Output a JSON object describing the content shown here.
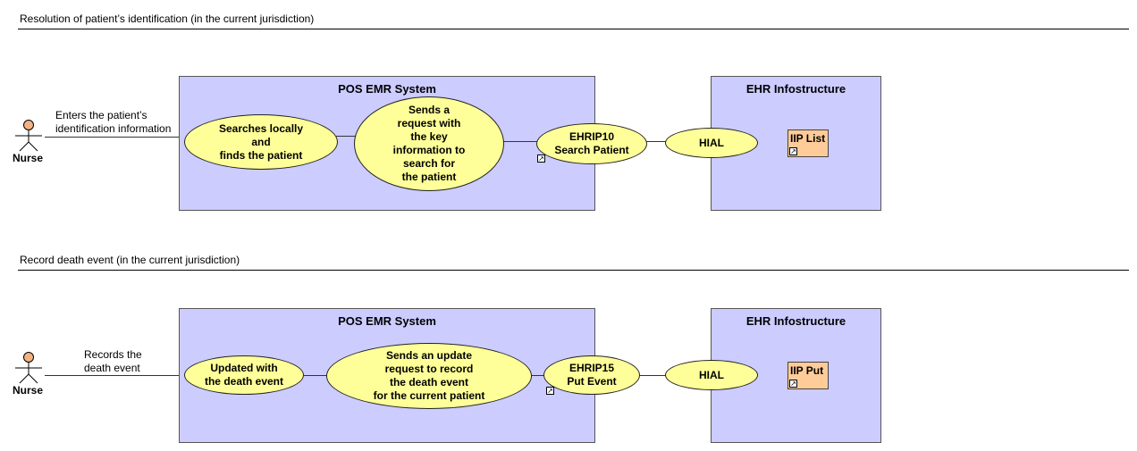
{
  "sections": [
    {
      "title": "Resolution of patient’s identification (in the current jurisdiction)",
      "actor": {
        "name": "Nurse",
        "label": "Enters the patient’s\nidentification information"
      },
      "emr_box": {
        "title": "POS EMR System"
      },
      "ehr_box": {
        "title": "EHR Infostructure"
      },
      "use_cases": {
        "local": "Searches locally\nand\nfinds the patient",
        "request": "Sends a\nrequest with\nthe key\ninformation to\nsearch for\nthe patient",
        "interaction": "EHRIP10\nSearch Patient",
        "hial": "HIAL"
      },
      "interface": {
        "label": "IIP List"
      },
      "link_icon": "shortcut-arrow-icon"
    },
    {
      "title": "Record death event (in the current jurisdiction)",
      "actor": {
        "name": "Nurse",
        "label": "Records the\ndeath event"
      },
      "emr_box": {
        "title": "POS EMR System"
      },
      "ehr_box": {
        "title": "EHR Infostructure"
      },
      "use_cases": {
        "local": "Updated with\nthe death event",
        "request": "Sends an update\nrequest to record\nthe death event\nfor the current patient",
        "interaction": "EHRIP15\nPut Event",
        "hial": "HIAL"
      },
      "interface": {
        "label": "IIP Put"
      },
      "link_icon": "shortcut-arrow-icon"
    }
  ],
  "colors": {
    "system_box": "#ccccff",
    "use_case": "#ffff99",
    "interface": "#ffcc99",
    "actor_head": "#f4b183"
  }
}
